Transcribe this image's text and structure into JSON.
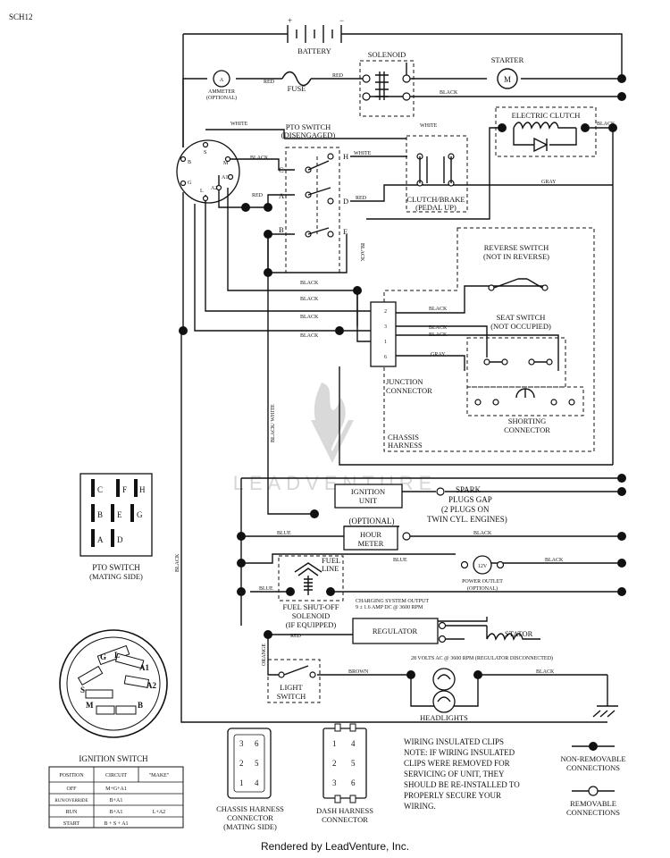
{
  "sheet_id": "SCH12",
  "watermark": "LEADVENTURE",
  "footer": "Rendered by LeadVenture, Inc.",
  "battery": {
    "label": "BATTERY",
    "plus": "+",
    "minus": "−"
  },
  "solenoid": "SOLENOID",
  "starter": {
    "label": "STARTER",
    "symbol": "M"
  },
  "ammeter": {
    "label": "AMMETER",
    "sub": "(OPTIONAL)",
    "symbol": "A"
  },
  "fuse": "FUSE",
  "electric_clutch": "ELECTRIC CLUTCH",
  "pto_switch": {
    "label": "PTO SWITCH",
    "sub": "(DISENGAGED)",
    "terminals": [
      "C",
      "H",
      "A",
      "D",
      "B",
      "E"
    ]
  },
  "clutch_brake": {
    "label": "CLUTCH/BRAKE",
    "sub": "(PEDAL UP)"
  },
  "ignition_terminals": [
    "S",
    "M",
    "B",
    "A1",
    "G",
    "L",
    "A2"
  ],
  "reverse_switch": {
    "label": "REVERSE SWITCH",
    "sub": "(NOT IN REVERSE)"
  },
  "seat_switch": {
    "label": "SEAT SWITCH",
    "sub": "(NOT OCCUPIED)"
  },
  "junction": {
    "label1": "JUNCTION",
    "label2": "CONNECTOR",
    "pins": [
      "2",
      "3",
      "1",
      "6"
    ]
  },
  "shorting": {
    "label1": "SHORTING",
    "label2": "CONNECTOR"
  },
  "chassis_harness": {
    "label1": "CHASSIS",
    "label2": "HARNESS"
  },
  "ignition_unit": {
    "line1": "IGNITION",
    "line2": "UNIT"
  },
  "spark_plugs": {
    "line1": "SPARK",
    "line2": "PLUGS GAP",
    "line3": "(2 PLUGS ON",
    "line4": "TWIN CYL. ENGINES)"
  },
  "hour_meter": {
    "optional": "(OPTIONAL)",
    "line1": "HOUR",
    "line2": "METER"
  },
  "power_outlet": {
    "symbol": "12V",
    "label": "POWER OUTLET",
    "sub": "(OPTIONAL)"
  },
  "fuel_solenoid": {
    "fuel": "FUEL",
    "line": "LINE",
    "line1": "FUEL SHUT-OFF",
    "line2": "SOLENOID",
    "line3": "(IF EQUIPPED)"
  },
  "charging": {
    "line1": "CHARGING SYSTEM OUTPUT",
    "line2": "9 ± 1.6 AMP DC @ 3600 RPM"
  },
  "regulator": "REGULATOR",
  "stator": "STATOR",
  "ac_note": "28 VOLTS AC @ 3600 RPM (REGULATOR DISCONNECTED)",
  "light_switch": {
    "line1": "LIGHT",
    "line2": "SWITCH"
  },
  "headlights": "HEADLIGHTS",
  "wires": {
    "red": "RED",
    "black": "BLACK",
    "white": "WHITE",
    "gray": "GRAY",
    "blue": "BLUE",
    "orange": "ORANGE",
    "brown": "BROWN",
    "black_white": "BLACK/ WHITE"
  },
  "pto_mating": {
    "label": "PTO SWITCH",
    "sub": "(MATING SIDE)",
    "cells": [
      "C",
      "F",
      "H",
      "B",
      "E",
      "G",
      "A",
      "D"
    ]
  },
  "ign_switch": {
    "label": "IGNITION SWITCH",
    "face": [
      "G",
      "L",
      "A1",
      "S",
      "A2",
      "M",
      "B"
    ],
    "table": {
      "headers": [
        "POSITION",
        "CIRCUIT",
        "\"MAKE\""
      ],
      "rows": [
        [
          "OFF",
          "M+G+A1",
          ""
        ],
        [
          "RUN/OVERRIDE",
          "B+A1",
          ""
        ],
        [
          "RUN",
          "B+A1",
          "L+A2"
        ],
        [
          "START",
          "B + S + A1",
          ""
        ]
      ]
    }
  },
  "chassis_conn": {
    "line1": "CHASSIS HARNESS",
    "line2": "CONNECTOR",
    "line3": "(MATING SIDE)",
    "pins": [
      "3",
      "6",
      "2",
      "5",
      "1",
      "4"
    ]
  },
  "dash_conn": {
    "line1": "DASH HARNESS",
    "line2": "CONNECTOR",
    "pins": [
      "1",
      "4",
      "2",
      "5",
      "3",
      "6"
    ]
  },
  "note": {
    "line1": "WIRING INSULATED CLIPS",
    "line2": "NOTE:  IF WIRING INSULATED",
    "line3": "CLIPS WERE REMOVED FOR",
    "line4": "SERVICING OF UNIT, THEY",
    "line5": "SHOULD BE RE-INSTALLED TO",
    "line6": "PROPERLY SECURE YOUR",
    "line7": "WIRING."
  },
  "legend": {
    "nonrem1": "NON-REMOVABLE",
    "nonrem2": "CONNECTIONS",
    "rem1": "REMOVABLE",
    "rem2": "CONNECTIONS"
  }
}
